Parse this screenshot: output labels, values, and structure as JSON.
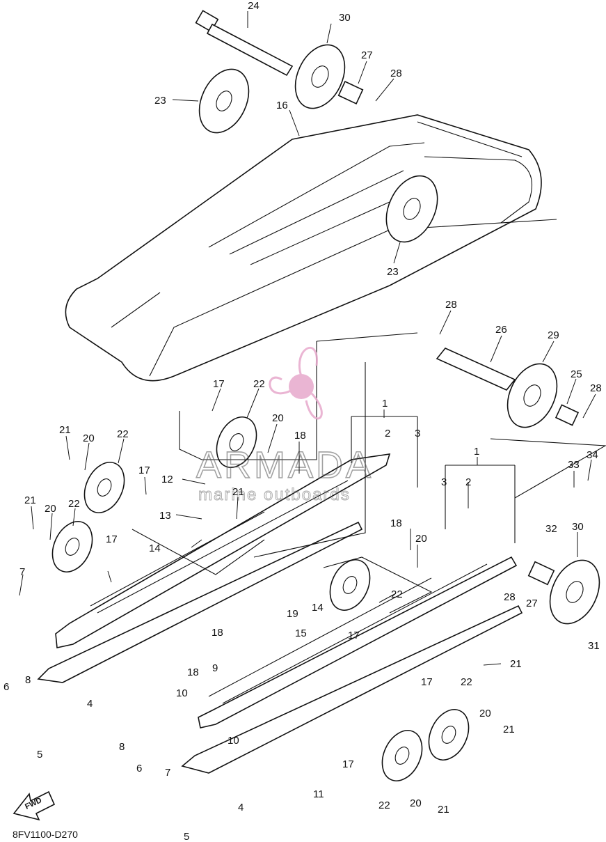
{
  "diagram": {
    "code": "8FV1100-D270",
    "direction_arrow": "FWD",
    "watermark": {
      "brand": "ARMADA",
      "tagline": "marine outboards",
      "logo_color": "#e7a9cc"
    },
    "callouts": [
      {
        "id": "c-24a",
        "text": "24"
      },
      {
        "id": "c-30a",
        "text": "30"
      },
      {
        "id": "c-27a",
        "text": "27"
      },
      {
        "id": "c-28a",
        "text": "28"
      },
      {
        "id": "c-23a",
        "text": "23"
      },
      {
        "id": "c-16",
        "text": "16"
      },
      {
        "id": "c-23b",
        "text": "23"
      },
      {
        "id": "c-28b",
        "text": "28"
      },
      {
        "id": "c-26",
        "text": "26"
      },
      {
        "id": "c-29",
        "text": "29"
      },
      {
        "id": "c-25",
        "text": "25"
      },
      {
        "id": "c-28c",
        "text": "28"
      },
      {
        "id": "c-17a",
        "text": "17"
      },
      {
        "id": "c-22a",
        "text": "22"
      },
      {
        "id": "c-20a",
        "text": "20"
      },
      {
        "id": "c-18a",
        "text": "18"
      },
      {
        "id": "c-1a",
        "text": "1"
      },
      {
        "id": "c-2a",
        "text": "2"
      },
      {
        "id": "c-3a",
        "text": "3"
      },
      {
        "id": "c-21a",
        "text": "21"
      },
      {
        "id": "c-20b",
        "text": "20"
      },
      {
        "id": "c-22b",
        "text": "22"
      },
      {
        "id": "c-17b",
        "text": "17"
      },
      {
        "id": "c-12",
        "text": "12"
      },
      {
        "id": "c-21b",
        "text": "21"
      },
      {
        "id": "c-1b",
        "text": "1"
      },
      {
        "id": "c-33",
        "text": "33"
      },
      {
        "id": "c-34",
        "text": "34"
      },
      {
        "id": "c-3b",
        "text": "3"
      },
      {
        "id": "c-2b",
        "text": "2"
      },
      {
        "id": "c-21c",
        "text": "21"
      },
      {
        "id": "c-20c",
        "text": "20"
      },
      {
        "id": "c-22c",
        "text": "22"
      },
      {
        "id": "c-13",
        "text": "13"
      },
      {
        "id": "c-14a",
        "text": "14"
      },
      {
        "id": "c-18b",
        "text": "18"
      },
      {
        "id": "c-32",
        "text": "32"
      },
      {
        "id": "c-30b",
        "text": "30"
      },
      {
        "id": "c-20d",
        "text": "20"
      },
      {
        "id": "c-17c",
        "text": "17"
      },
      {
        "id": "c-7a",
        "text": "7"
      },
      {
        "id": "c-22d",
        "text": "22"
      },
      {
        "id": "c-28d",
        "text": "28"
      },
      {
        "id": "c-27b",
        "text": "27"
      },
      {
        "id": "c-14b",
        "text": "14"
      },
      {
        "id": "c-19",
        "text": "19"
      },
      {
        "id": "c-15",
        "text": "15"
      },
      {
        "id": "c-17d",
        "text": "17"
      },
      {
        "id": "c-31",
        "text": "31"
      },
      {
        "id": "c-6a",
        "text": "6"
      },
      {
        "id": "c-8a",
        "text": "8"
      },
      {
        "id": "c-18c",
        "text": "18"
      },
      {
        "id": "c-18d",
        "text": "18"
      },
      {
        "id": "c-9",
        "text": "9"
      },
      {
        "id": "c-21d",
        "text": "21"
      },
      {
        "id": "c-4a",
        "text": "4"
      },
      {
        "id": "c-10a",
        "text": "10"
      },
      {
        "id": "c-17e",
        "text": "17"
      },
      {
        "id": "c-22e",
        "text": "22"
      },
      {
        "id": "c-5a",
        "text": "5"
      },
      {
        "id": "c-8b",
        "text": "8"
      },
      {
        "id": "c-6b",
        "text": "6"
      },
      {
        "id": "c-7b",
        "text": "7"
      },
      {
        "id": "c-10b",
        "text": "10"
      },
      {
        "id": "c-17f",
        "text": "17"
      },
      {
        "id": "c-20e",
        "text": "20"
      },
      {
        "id": "c-21e",
        "text": "21"
      },
      {
        "id": "c-11",
        "text": "11"
      },
      {
        "id": "c-4b",
        "text": "4"
      },
      {
        "id": "c-22f",
        "text": "22"
      },
      {
        "id": "c-20f",
        "text": "20"
      },
      {
        "id": "c-21f",
        "text": "21"
      },
      {
        "id": "c-5b",
        "text": "5"
      }
    ]
  }
}
